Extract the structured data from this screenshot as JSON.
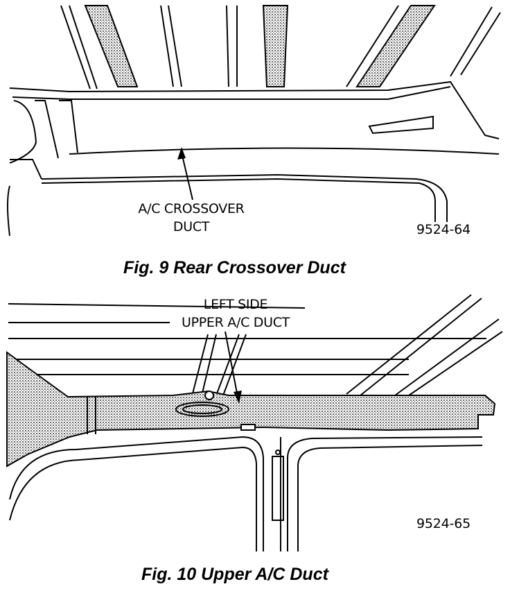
{
  "figures": [
    {
      "callout_lines": [
        "A/C CROSSOVER",
        "DUCT"
      ],
      "figure_number": "9524-64",
      "caption": "Fig. 9 Rear Crossover Duct"
    },
    {
      "callout_lines": [
        "LEFT SIDE",
        "UPPER A/C DUCT"
      ],
      "figure_number": "9524-65",
      "caption": "Fig. 10 Upper A/C Duct"
    }
  ]
}
